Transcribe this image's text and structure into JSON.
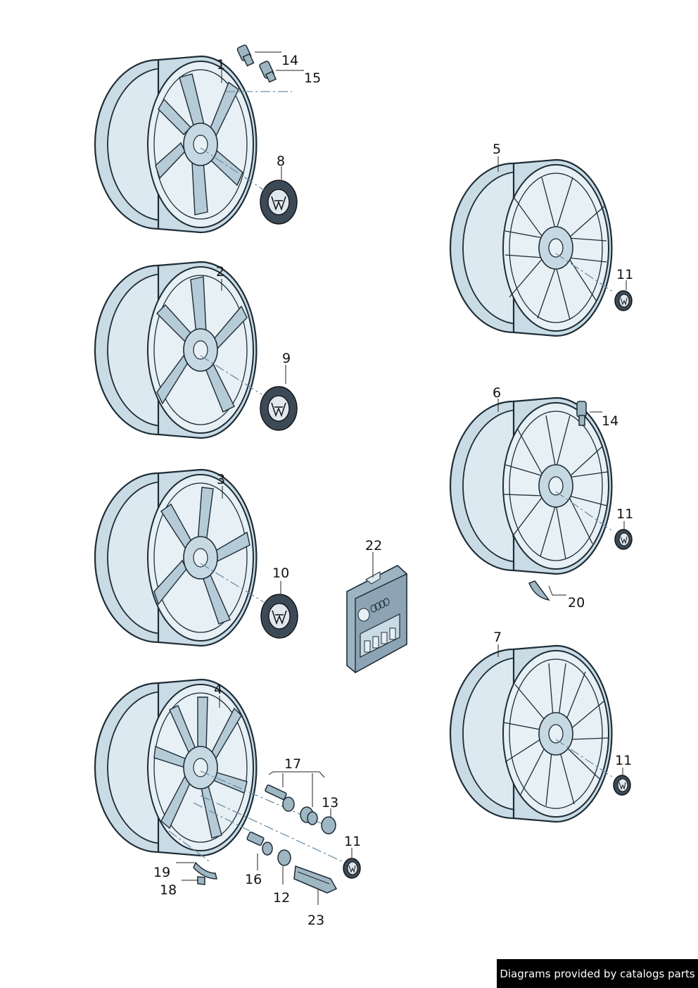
{
  "callouts": {
    "c1": "1",
    "c2": "2",
    "c3": "3",
    "c4": "4",
    "c5": "5",
    "c6": "6",
    "c7": "7",
    "c8": "8",
    "c9": "9",
    "c10": "10",
    "c11a": "11",
    "c11b": "11",
    "c11c": "11",
    "c11d": "11",
    "c12": "12",
    "c13": "13",
    "c14a": "14",
    "c14b": "14",
    "c15": "15",
    "c16": "16",
    "c17": "17",
    "c18": "18",
    "c19": "19",
    "c20": "20",
    "c22": "22",
    "c23": "23"
  },
  "credit": "Diagrams provided by catalogs parts",
  "colors": {
    "rim": "#c9dbe5",
    "outline": "#1e2c36",
    "axis": "#6d8fa8",
    "credit_bg": "#000000"
  }
}
